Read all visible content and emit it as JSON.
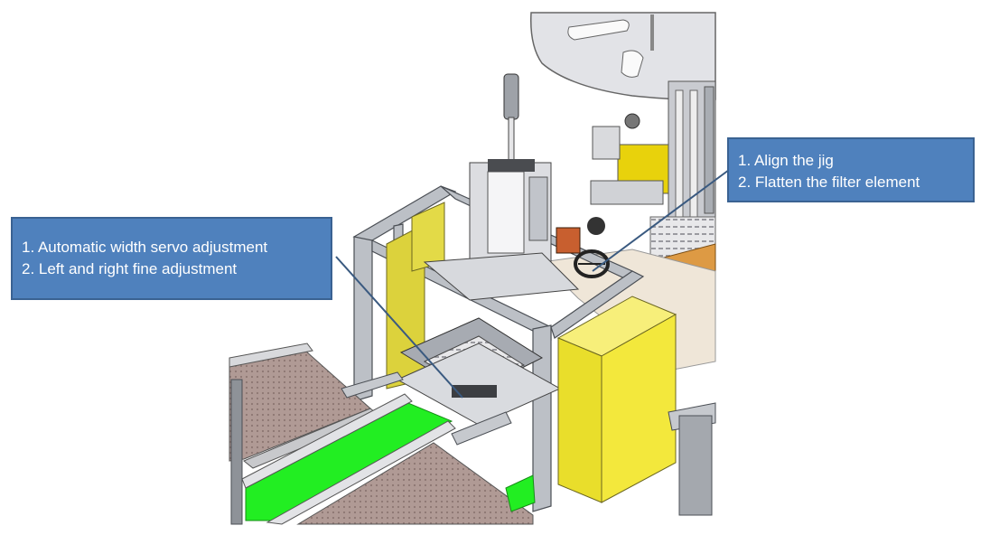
{
  "callouts": {
    "left": {
      "lines": [
        "1. Automatic width servo adjustment",
        "2. Left and right fine adjustment"
      ]
    },
    "right": {
      "lines": [
        "1. Align the jig",
        "2. Flatten the filter element"
      ]
    }
  },
  "colors": {
    "callout_fill": "#4f81bd",
    "callout_border": "#3a6292",
    "callout_text": "#ffffff",
    "conveyor_belt": "#22ee22",
    "guard_box": "#f0e62a",
    "frame_aluminium": "#b8bcc2",
    "leader_line": "#3a5a80"
  },
  "icons": [
    "machine-illustration"
  ]
}
